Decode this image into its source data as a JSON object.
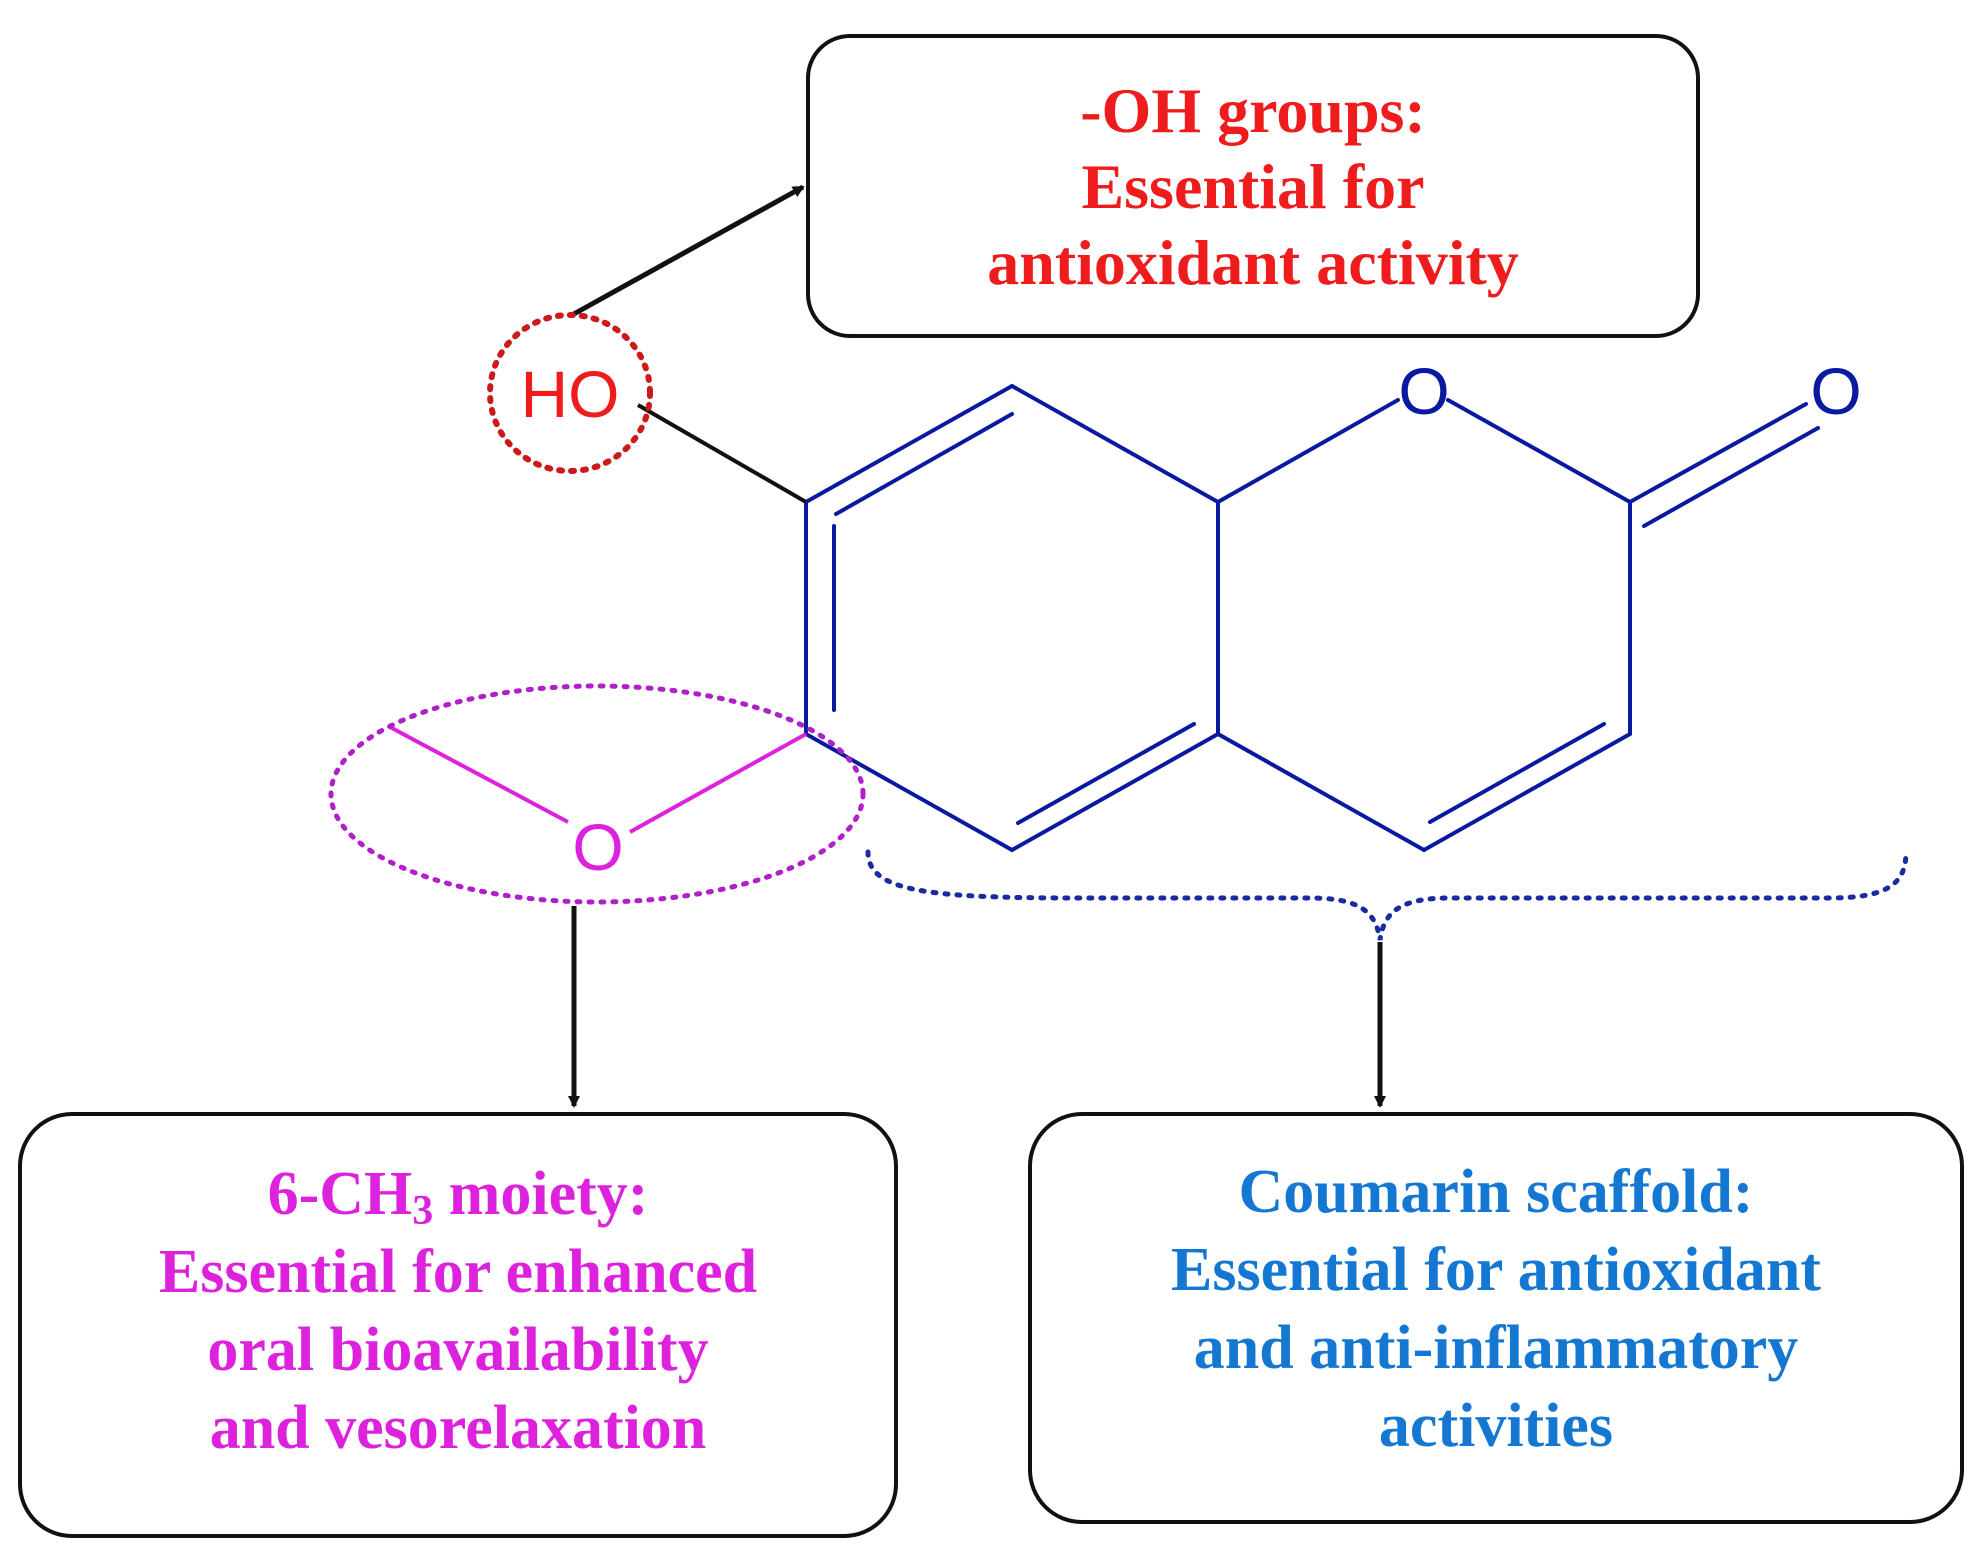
{
  "colors": {
    "red": "#ee1c1c",
    "magenta": "#dd22dd",
    "blue_text": "#1478d2",
    "molecule": "#0a1aa0",
    "black": "#111111"
  },
  "atoms": {
    "hydroxyl": "HO",
    "ring_oxygen": "O",
    "carbonyl_oxygen": "O",
    "methoxy_oxygen": "O"
  },
  "boxes": {
    "oh": {
      "lines": [
        "-OH groups:",
        "Essential for",
        "antioxidant activity"
      ]
    },
    "methyl": {
      "line1_prefix": "6-CH",
      "line1_subscript": "3",
      "line1_suffix": " moiety:",
      "lines": [
        "Essential for enhanced",
        "oral bioavailability",
        "and vesorelaxation"
      ]
    },
    "coumarin": {
      "lines": [
        "Coumarin scaffold:",
        "Essential for antioxidant",
        "and anti-inflammatory",
        "activities"
      ]
    }
  }
}
